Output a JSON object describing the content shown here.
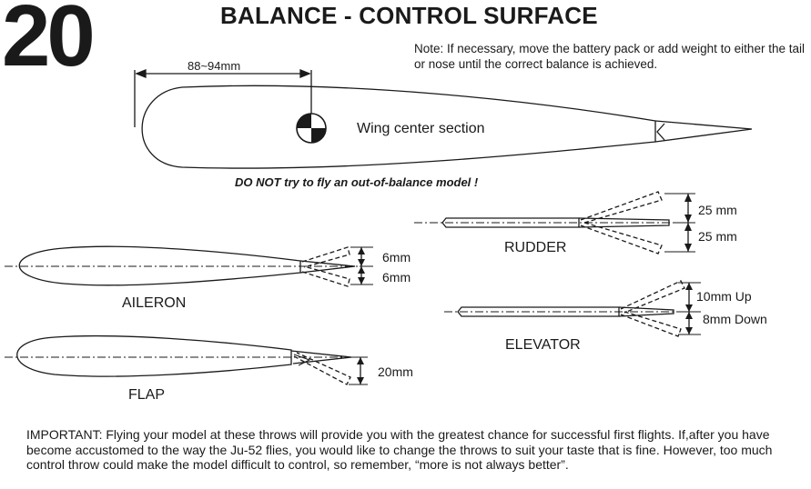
{
  "header": {
    "step_number": "20",
    "title": "BALANCE - CONTROL SURFACE",
    "note": "Note: If necessary, move the battery pack or add weight to either the tail or nose until the correct balance is achieved."
  },
  "wing": {
    "cg_range": "88~94mm",
    "label": "Wing center section"
  },
  "warning": "DO NOT try to fly an out-of-balance model !",
  "rudder": {
    "label": "RUDDER",
    "throw_up": "25 mm",
    "throw_down": "25 mm"
  },
  "aileron": {
    "label": "AILERON",
    "throw_up": "6mm",
    "throw_down": "6mm"
  },
  "elevator": {
    "label": "ELEVATOR",
    "throw_up": "10mm Up",
    "throw_down": "8mm Down"
  },
  "flap": {
    "label": "FLAP",
    "throw_down": "20mm"
  },
  "important": "IMPORTANT: Flying your model at these throws will provide you with the greatest chance for successful first flights. If,after you have become accustomed to the way the Ju-52 flies, you would like to change the throws to suit your taste that is fine. However, too much control throw could make the model difficult to control, so remember, “more is not always better”."
}
